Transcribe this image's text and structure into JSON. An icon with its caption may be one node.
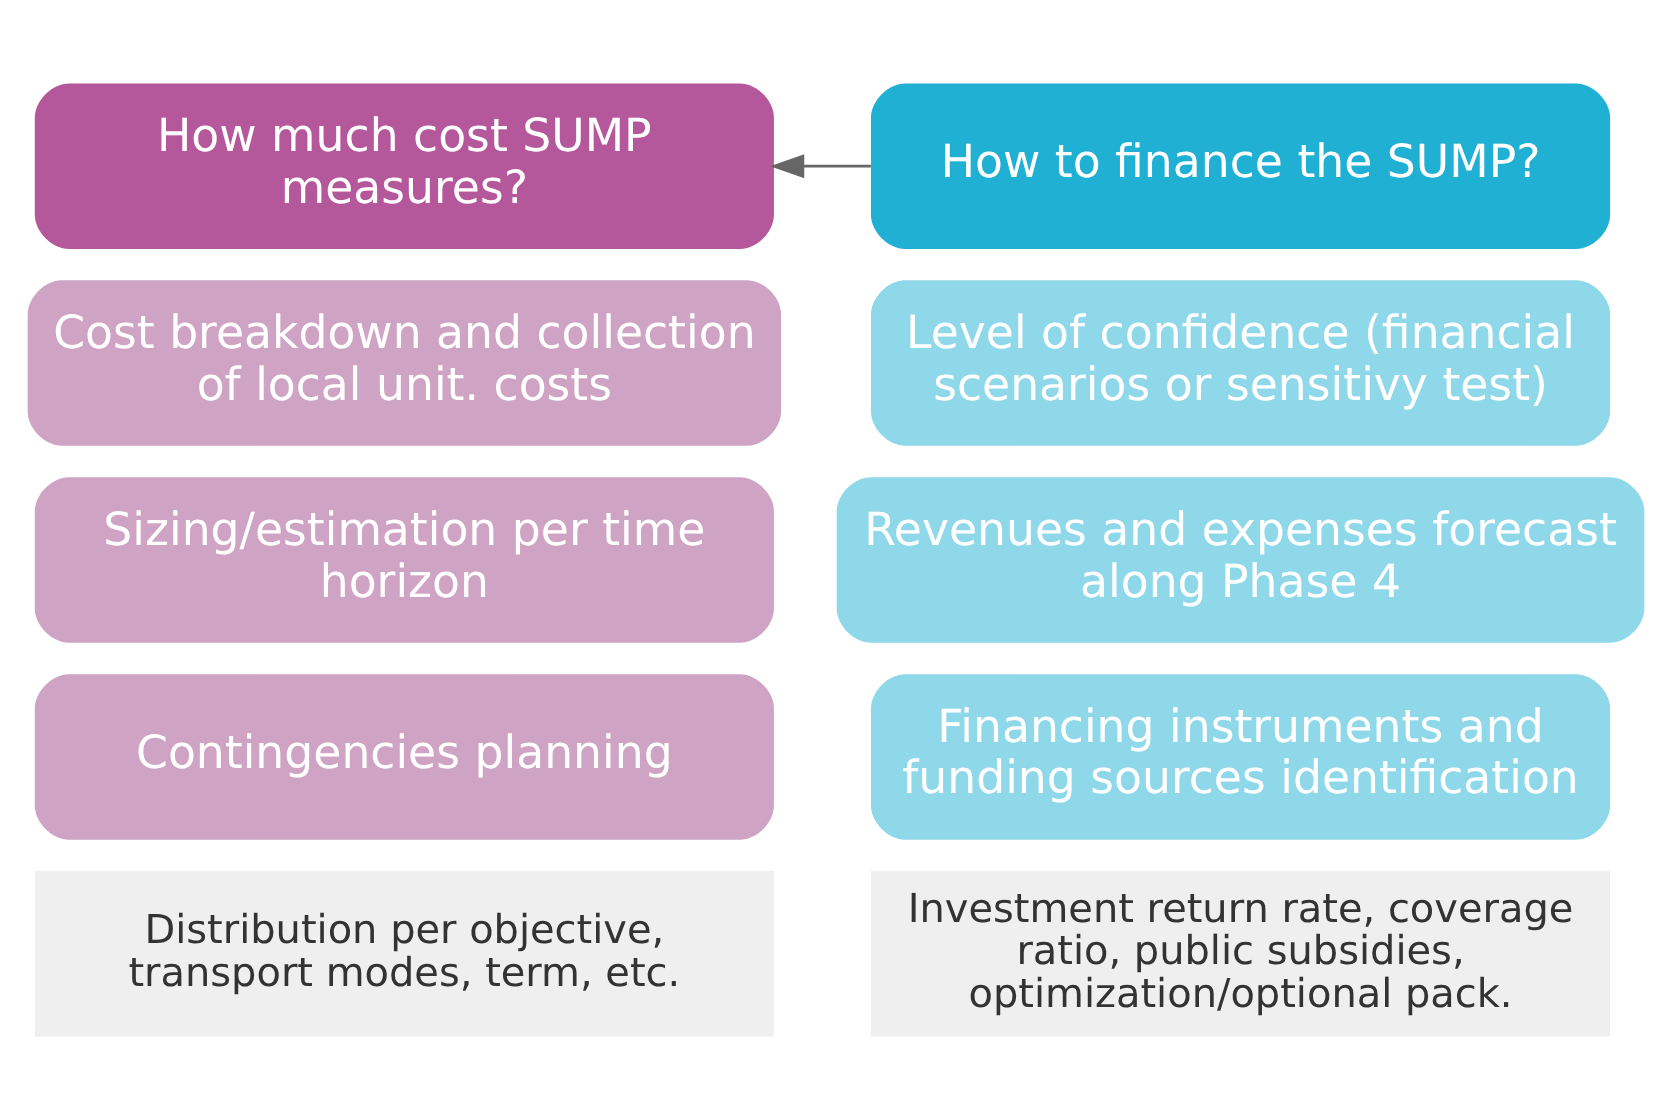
{
  "diagram": {
    "nodes": [
      {
        "text": [
          "How much cost SUMP measures?"
        ]
      },
      {
        "text": [
          "Cost breakdown and collection of local unit. costs"
        ]
      },
      {
        "text": [
          "Sizing/estimation per time horizon"
        ]
      },
      {
        "text": [
          "Contingencies planning"
        ]
      },
      {
        "text": [
          "Distribution per objective, transport modes, term, etc."
        ]
      },
      {
        "text": [
          "How to finance the SUMP?"
        ]
      },
      {
        "text": [
          "Level of confidence (financial scenarios or sensitivy test)"
        ]
      },
      {
        "text": [
          "Revenues and expenses forecast along Phase 4"
        ]
      },
      {
        "text": [
          "Financing instruments and funding sources identification"
        ]
      },
      {
        "text": [
          "Investment return rate, coverage ratio, public subsidies, optimization/optional pack."
        ]
      }
    ],
    "edges": [
      {
        "from": 5,
        "to": 0,
        "arrow": "to"
      }
    ]
  }
}
